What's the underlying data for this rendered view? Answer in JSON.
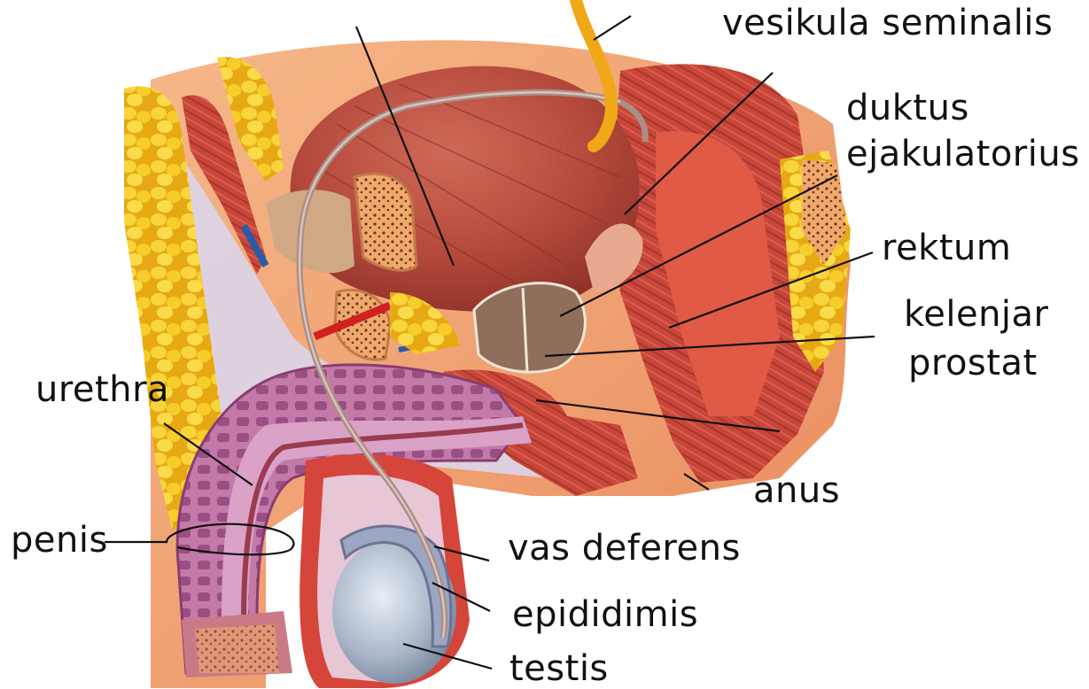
{
  "labels": {
    "vesikula_seminalis": "vesikula seminalis",
    "duktus_line1": "duktus",
    "duktus_line2": "ejakulatorius",
    "rektum": "rektum",
    "kelenjar_line1": "kelenjar",
    "kelenjar_line2": "prostat",
    "urethra": "urethra",
    "anus": "anus",
    "penis": "penis",
    "vas_deferens": "vas deferens",
    "epididimis": "epididimis",
    "testis": "testis"
  },
  "colors": {
    "fat": "#f2c51c",
    "muscle": "#c9473a",
    "bladder": "#b8473a",
    "prostate": "#8f6f5c",
    "erectile": "#b86a9c",
    "testis": "#aab6c6",
    "background_tissue": "#f1a574",
    "connective": "#dcd5ea"
  }
}
